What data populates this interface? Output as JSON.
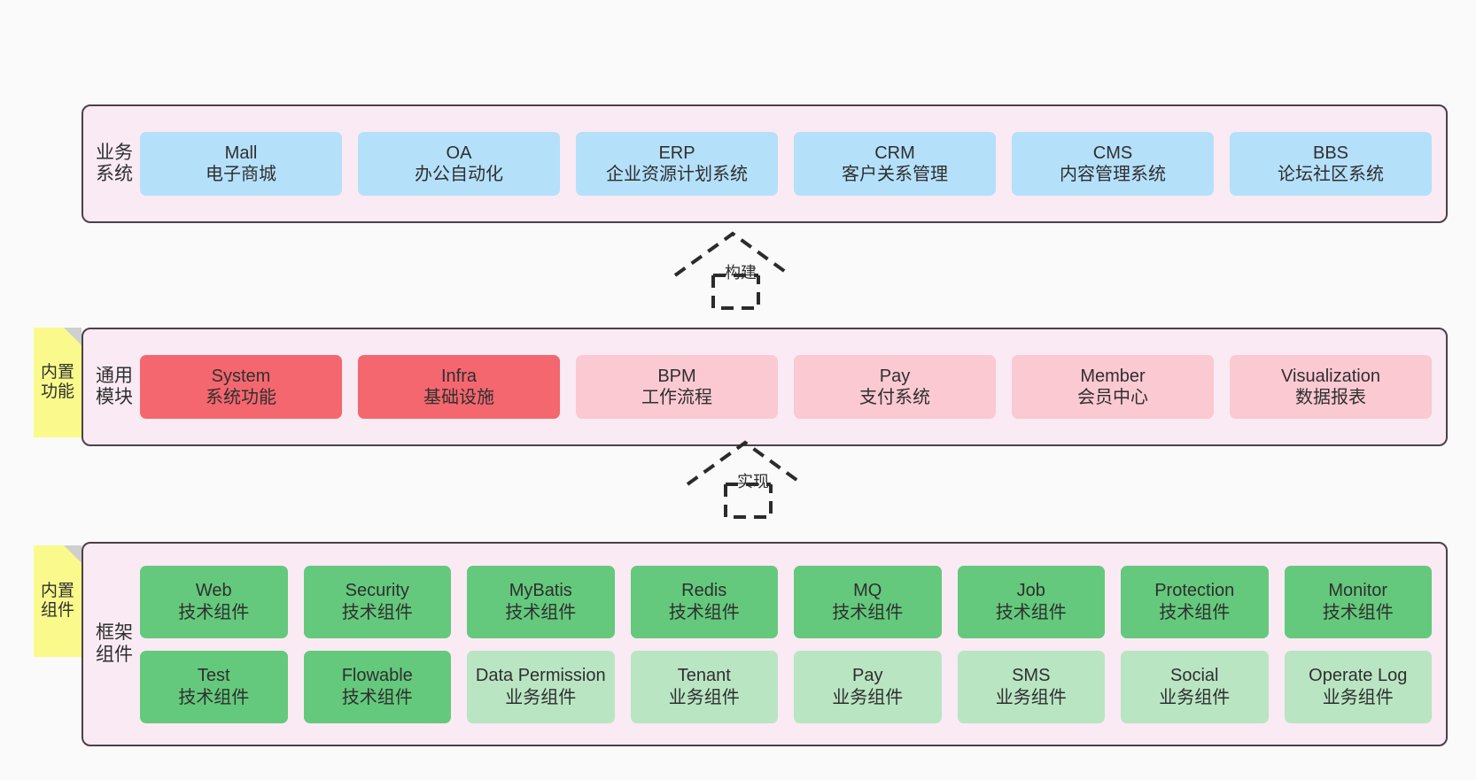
{
  "diagram": {
    "background_color": "#fafafa",
    "band_fill": "#f9eaf4",
    "band_border": "#4d4048",
    "note_color": "#fafa8c",
    "colors": {
      "blue": "#b5e0fa",
      "red": "#f4676f",
      "pink": "#fbc9d2",
      "green": "#64c97c",
      "light_green": "#b9e5c3"
    }
  },
  "notes": [
    {
      "id": "features",
      "label": "内置功能"
    },
    {
      "id": "components",
      "label": "内置组件"
    }
  ],
  "connectors": [
    {
      "id": "build",
      "label": "构建",
      "style": "dashed-hollow-triangle-up"
    },
    {
      "id": "impl",
      "label": "实现",
      "style": "dashed-hollow-triangle-up"
    }
  ],
  "bands": [
    {
      "id": "business",
      "title": "业务系统",
      "rows": [
        [
          {
            "name": "Mall",
            "desc": "电子商城",
            "color": "blue"
          },
          {
            "name": "OA",
            "desc": "办公自动化",
            "color": "blue"
          },
          {
            "name": "ERP",
            "desc": "企业资源计划系统",
            "color": "blue"
          },
          {
            "name": "CRM",
            "desc": "客户关系管理",
            "color": "blue"
          },
          {
            "name": "CMS",
            "desc": "内容管理系统",
            "color": "blue"
          },
          {
            "name": "BBS",
            "desc": "论坛社区系统",
            "color": "blue"
          }
        ]
      ]
    },
    {
      "id": "common",
      "title": "通用模块",
      "rows": [
        [
          {
            "name": "System",
            "desc": "系统功能",
            "color": "red"
          },
          {
            "name": "Infra",
            "desc": "基础设施",
            "color": "red"
          },
          {
            "name": "BPM",
            "desc": "工作流程",
            "color": "pink"
          },
          {
            "name": "Pay",
            "desc": "支付系统",
            "color": "pink"
          },
          {
            "name": "Member",
            "desc": "会员中心",
            "color": "pink"
          },
          {
            "name": "Visualization",
            "desc": "数据报表",
            "color": "pink"
          }
        ]
      ]
    },
    {
      "id": "framework",
      "title": "框架组件",
      "rows": [
        [
          {
            "name": "Web",
            "desc": "技术组件",
            "color": "green"
          },
          {
            "name": "Security",
            "desc": "技术组件",
            "color": "green"
          },
          {
            "name": "MyBatis",
            "desc": "技术组件",
            "color": "green"
          },
          {
            "name": "Redis",
            "desc": "技术组件",
            "color": "green"
          },
          {
            "name": "MQ",
            "desc": "技术组件",
            "color": "green"
          },
          {
            "name": "Job",
            "desc": "技术组件",
            "color": "green"
          },
          {
            "name": "Protection",
            "desc": "技术组件",
            "color": "green"
          },
          {
            "name": "Monitor",
            "desc": "技术组件",
            "color": "green"
          }
        ],
        [
          {
            "name": "Test",
            "desc": "技术组件",
            "color": "green"
          },
          {
            "name": "Flowable",
            "desc": "技术组件",
            "color": "green"
          },
          {
            "name": "Data Permission",
            "desc": "业务组件",
            "color": "light_green"
          },
          {
            "name": "Tenant",
            "desc": "业务组件",
            "color": "light_green"
          },
          {
            "name": "Pay",
            "desc": "业务组件",
            "color": "light_green"
          },
          {
            "name": "SMS",
            "desc": "业务组件",
            "color": "light_green"
          },
          {
            "name": "Social",
            "desc": "业务组件",
            "color": "light_green"
          },
          {
            "name": "Operate Log",
            "desc": "业务组件",
            "color": "light_green"
          }
        ]
      ]
    }
  ]
}
